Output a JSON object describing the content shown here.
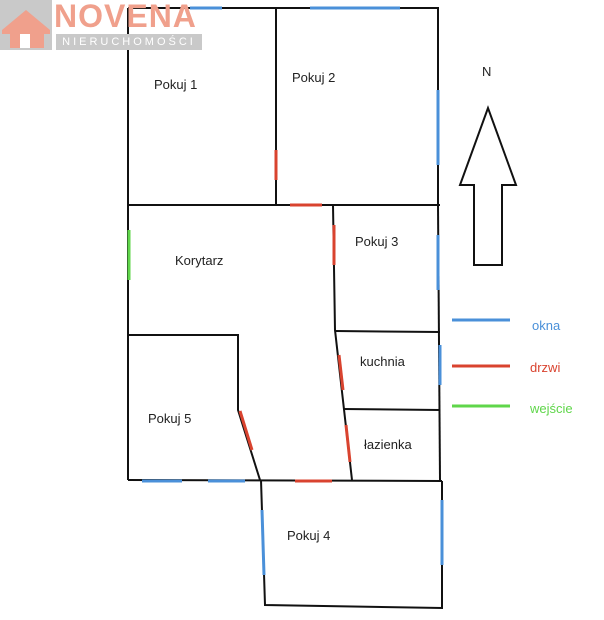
{
  "logo": {
    "brand": "NOVENA",
    "subtitle": "NIERUCHOMOŚCI"
  },
  "compass": {
    "label": "N"
  },
  "rooms": [
    "Pokuj 1",
    "Pokuj 2",
    "Korytarz",
    "Pokuj 3",
    "kuchnia",
    "Pokuj 5",
    "łazienka",
    "Pokuj 4"
  ],
  "legend": [
    {
      "label": "okna",
      "color": "#4a90d9"
    },
    {
      "label": "drzwi",
      "color": "#d9432f"
    },
    {
      "label": "wejście",
      "color": "#5fd64a"
    }
  ]
}
